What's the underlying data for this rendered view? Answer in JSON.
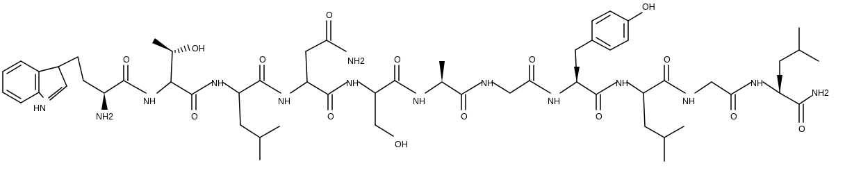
{
  "molecule": {
    "labels": {
      "oh_thr": "OH",
      "oh_ser": "OH",
      "oh_tyr": "OH",
      "nh2_trp": "NH2",
      "nh2_asn": "NH2",
      "nh2_cterm": "NH2",
      "nh_indole": "HN",
      "nh_thr": "NH",
      "nh_leu1": "NH",
      "nh_asn": "NH",
      "nh_ser": "NH",
      "nh_ala": "NH",
      "nh_gly": "NH",
      "nh_tyr": "NH",
      "nh_leu2": "NH",
      "nh_leu3": "NH",
      "o_trp": "O",
      "o_thr": "O",
      "o_leu1": "O",
      "o_asn_side": "O",
      "o_asn": "O",
      "o_ser": "O",
      "o_ala": "O",
      "o_gly": "O",
      "o_tyr": "O",
      "o_leu2": "O",
      "o_leu3": "O"
    }
  }
}
